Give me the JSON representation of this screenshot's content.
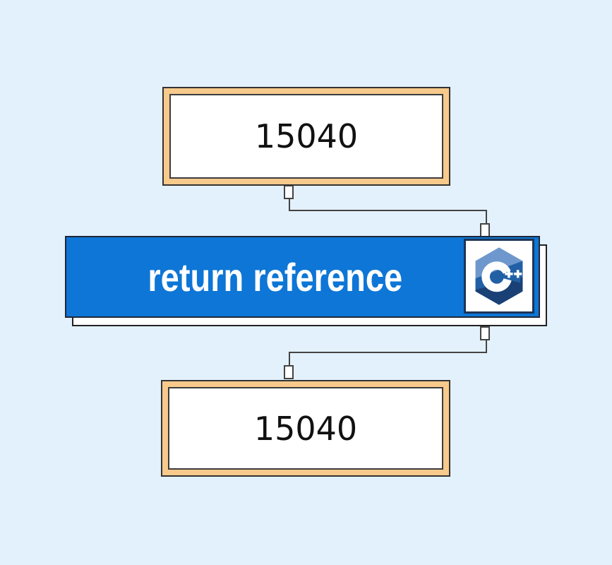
{
  "colors": {
    "background": "#e3f1fc",
    "box_frame_fill": "#f7ca8c",
    "box_edge": "#333333",
    "banner_fill": "#0d76d6",
    "banner_border": "#1f2937",
    "banner_text": "#ffffff",
    "connector_line": "#444444",
    "value_text": "#111111",
    "logo_light": "#6e97cd",
    "logo_medium": "#2260a6",
    "logo_dark": "#1a4175",
    "logo_card_border": "#1d3557",
    "logo_glyph": "#ffffff"
  },
  "top_box": {
    "value": "15040"
  },
  "banner": {
    "label": "return reference"
  },
  "bottom_box": {
    "value": "15040"
  },
  "icons": {
    "cpp_logo": "cpp-hexagon-logo"
  }
}
